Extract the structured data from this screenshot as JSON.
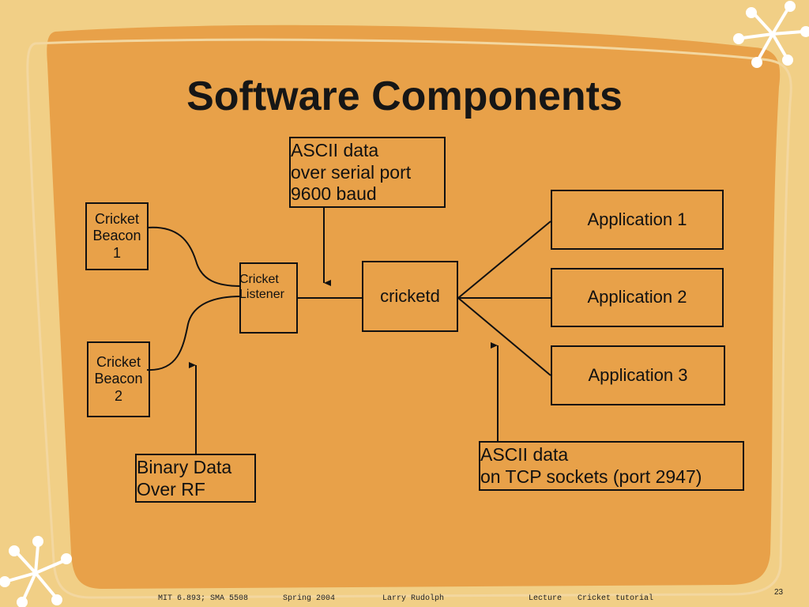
{
  "slide": {
    "title": "Software Components",
    "page_number": "23"
  },
  "boxes": {
    "ascii_serial": "ASCII data\nover serial port\n9600 baud",
    "beacon1": "Cricket\nBeacon\n1",
    "listener": "Cricket\nListener",
    "cricketd": "cricketd",
    "app1": "Application 1",
    "app2": "Application 2",
    "app3": "Application 3",
    "beacon2": "Cricket\nBeacon\n2",
    "binary_rf": "Binary Data\nOver RF",
    "ascii_tcp": "ASCII data\non TCP sockets (port 2947)"
  },
  "footer": {
    "course": "MIT 6.893; SMA 5508",
    "term": "Spring 2004",
    "author": "Larry Rudolph",
    "type": "Lecture",
    "topic": "Cricket tutorial"
  },
  "colors": {
    "background": "#f1cf86",
    "panel": "#e8a149",
    "panel_outline": "#f3d7a0",
    "stroke": "#111111",
    "star": "#ffffff"
  }
}
